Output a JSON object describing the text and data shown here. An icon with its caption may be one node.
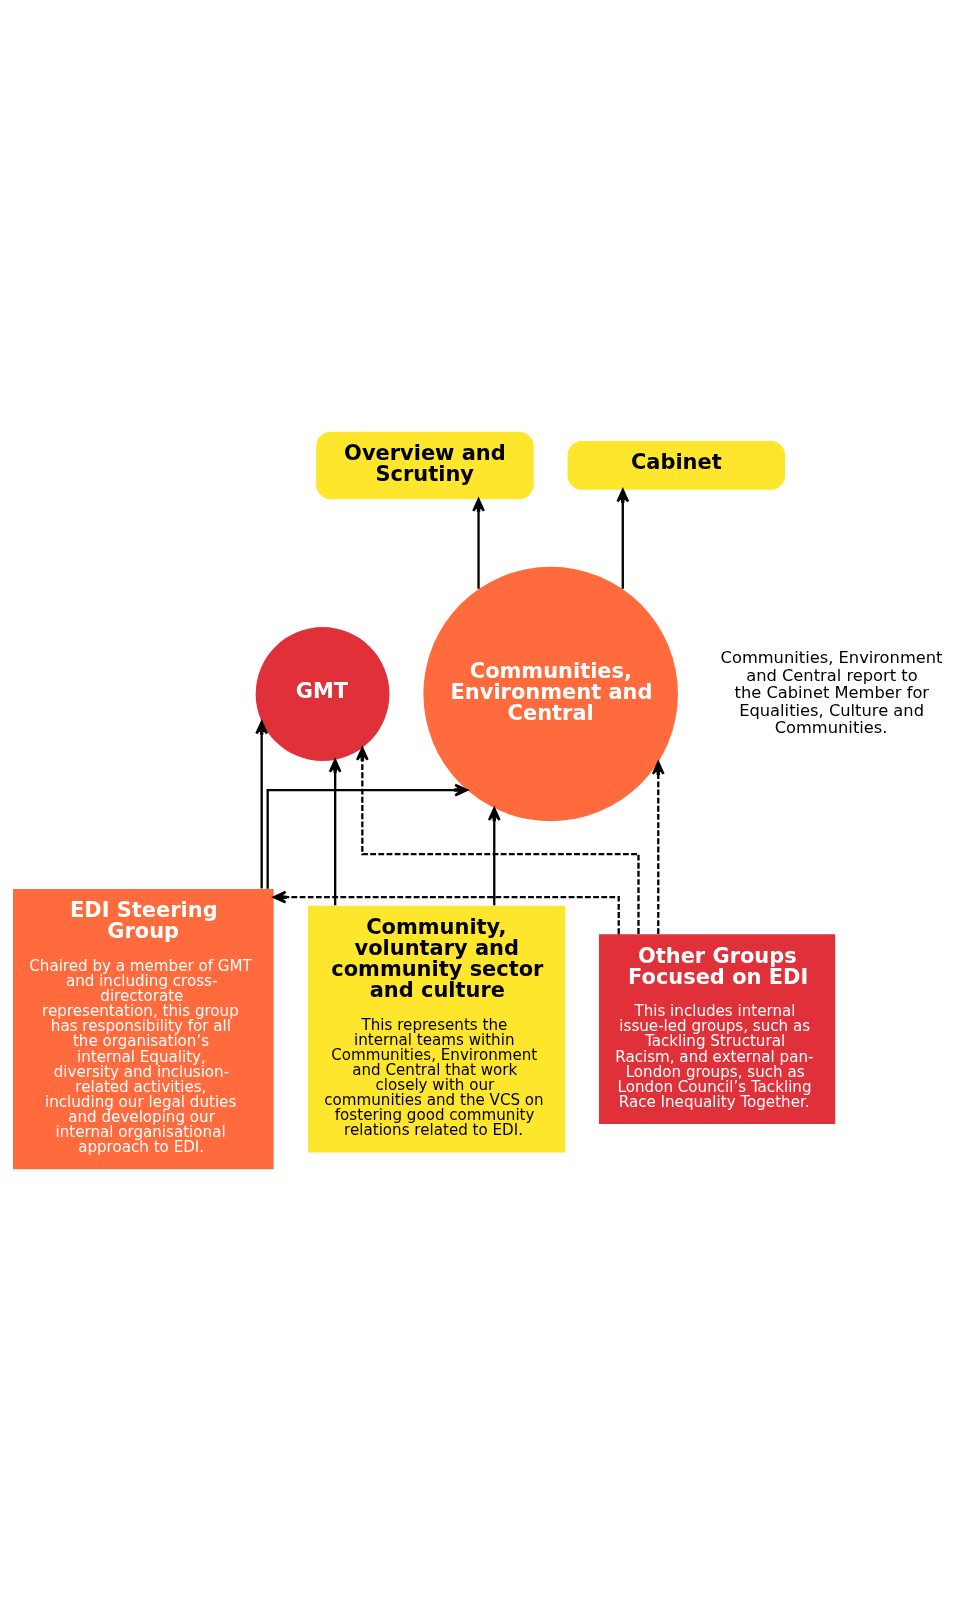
{
  "diagram": {
    "nodes": [
      {
        "text": [
          "Overview and Scrutiny"
        ]
      },
      {
        "text": [
          "Cabinet"
        ]
      },
      {
        "text": [
          "GMT"
        ]
      },
      {
        "text": [
          "Communities, Environment and Central"
        ],
        "beside": [
          "Communities, Environment and Central report to the Cabinet Member for Equalities, Culture and Communities."
        ]
      },
      {
        "text": [
          "EDI Steering Group",
          "Chaired by a member of GMT and including cross-directorate representation, this group has responsibility for all the organisation’s internal Equality, diversity and inclusion-related activities, including our legal duties and developing our internal organisational approach to EDI."
        ]
      },
      {
        "text": [
          "Community, voluntary and community sector and culture",
          "This represents the internal teams within Communities, Environment and Central that work closely with our communities and the VCS on fostering good community relations related to EDI."
        ]
      },
      {
        "text": [
          "Other Groups Focused on EDI",
          "This includes internal issue-led groups, such as Tackling Structural Racism, and external pan-London groups, such as London Council’s Tackling Race Inequality Together."
        ]
      }
    ],
    "edges": [
      {
        "from": 3,
        "to": 0,
        "arrow": "to"
      },
      {
        "from": 3,
        "to": 1,
        "arrow": "to"
      },
      {
        "from": 4,
        "to": 2,
        "arrow": "to"
      },
      {
        "from": 4,
        "to": 3,
        "arrow": "to"
      },
      {
        "from": 5,
        "to": 2,
        "arrow": "to"
      },
      {
        "from": 5,
        "to": 3,
        "arrow": "to"
      },
      {
        "from": 6,
        "to": 2,
        "arrow": "to",
        "style": "dashed"
      },
      {
        "from": 6,
        "to": 3,
        "arrow": "to",
        "style": "dashed"
      },
      {
        "from": 6,
        "to": 4,
        "arrow": "to",
        "style": "dashed"
      }
    ]
  }
}
